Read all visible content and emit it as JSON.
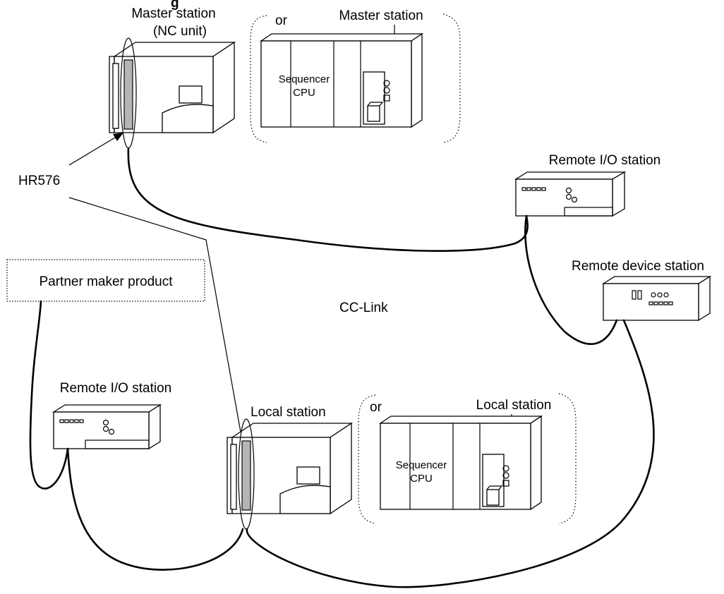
{
  "diagram": {
    "title_fragment": "g",
    "network_label": "CC-Link",
    "connector_label": "HR576",
    "or_label": "or",
    "master": {
      "label_line1": "Master station",
      "label_line2": "(NC unit)",
      "alt_label": "Master station",
      "cpu_line1": "Sequencer",
      "cpu_line2": "CPU"
    },
    "local": {
      "label": "Local station",
      "alt_label": "Local station",
      "cpu_line1": "Sequencer",
      "cpu_line2": "CPU"
    },
    "remote_io_right": {
      "label": "Remote I/O station"
    },
    "remote_device": {
      "label": "Remote device station"
    },
    "remote_io_left": {
      "label": "Remote I/O station"
    },
    "partner": {
      "label": "Partner maker product"
    }
  }
}
